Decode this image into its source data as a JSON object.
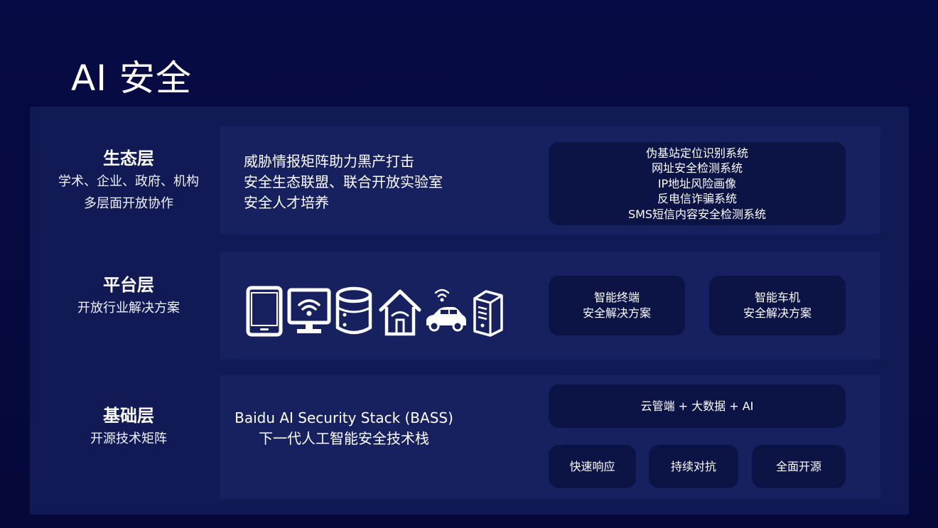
{
  "title": "AI 安全",
  "layers": [
    {
      "name": "生态层",
      "desc": [
        "学术、企业、政府、机构",
        "多层面开放协作"
      ],
      "lines": [
        "威胁情报矩阵助力黑产打击",
        "安全生态联盟、联合开放实验室",
        "安全人才培养"
      ],
      "systems": [
        "伪基站定位识别系统",
        "网址安全检测系统",
        "IP地址风险画像",
        "反电信诈骗系统",
        "SMS短信内容安全检测系统"
      ]
    },
    {
      "name": "平台层",
      "desc": [
        "开放行业解决方案"
      ],
      "icons": [
        "tablet-icon",
        "monitor-wifi-icon",
        "database-icon",
        "smart-home-icon",
        "connected-car-icon",
        "server-icon"
      ],
      "solutions": [
        {
          "line1": "智能终端",
          "line2": "安全解决方案"
        },
        {
          "line1": "智能车机",
          "line2": "安全解决方案"
        }
      ]
    },
    {
      "name": "基础层",
      "desc": [
        "开源技术矩阵"
      ],
      "stack": [
        "Baidu AI Security Stack (BASS)",
        "下一代人工智能安全技术栈"
      ],
      "cloud": "云管端 + 大数据 + AI",
      "features": [
        "快速响应",
        "持续对抗",
        "全面开源"
      ]
    }
  ],
  "colors": {
    "background": "#06093f",
    "panel": "#111a54",
    "row": "#17215f",
    "box": "#0c1446",
    "text": "#ffffff"
  }
}
